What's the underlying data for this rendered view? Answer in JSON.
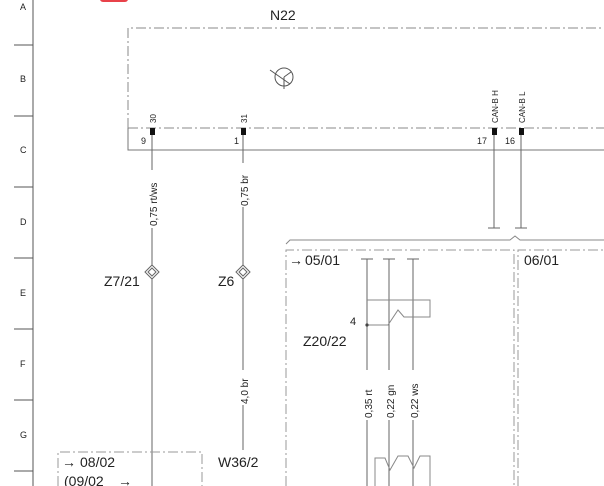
{
  "colors": {
    "line": "#555555",
    "dash": "#999999",
    "text": "#222222",
    "badge": "#e8424a"
  },
  "rows": [
    "A",
    "B",
    "C",
    "D",
    "E",
    "F",
    "G"
  ],
  "module": {
    "name": "N22"
  },
  "pins": [
    {
      "id": "p30",
      "label": "30",
      "number": "9"
    },
    {
      "id": "p31",
      "label": "31",
      "number": "1"
    },
    {
      "id": "pcanh",
      "label": "CAN-B H",
      "number": "17"
    },
    {
      "id": "pcanl",
      "label": "CAN-B L",
      "number": "16"
    }
  ],
  "wires": {
    "w30": "0,75 rt/ws",
    "w31": "0,75 br",
    "w31b": "4,0 br",
    "w1": "0,35 rt",
    "w2": "0,22 gn",
    "w3": "0,22 ws"
  },
  "connectors": {
    "z721": "Z7/21",
    "z6": "Z6",
    "z2022": "Z20/22",
    "z2022pin": "4",
    "w362": "W36/2"
  },
  "refs": {
    "r0501": "05/01",
    "r0601": "06/01",
    "r0802": "08/02",
    "r0902": "(09/02",
    "arrow": "→"
  }
}
